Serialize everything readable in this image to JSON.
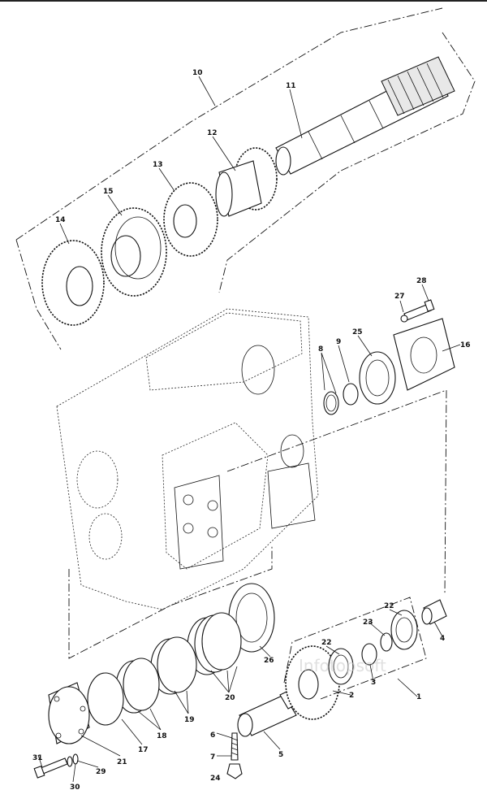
{
  "diagram": {
    "callouts": [
      "10",
      "11",
      "12",
      "13",
      "14",
      "15",
      "16",
      "8",
      "9",
      "25",
      "27",
      "28",
      "22",
      "23",
      "4",
      "22",
      "3",
      "2",
      "1",
      "26",
      "20",
      "19",
      "18",
      "17",
      "21",
      "29",
      "30",
      "31",
      "6",
      "7",
      "5",
      "24"
    ],
    "watermark": "Infotopsoft"
  }
}
